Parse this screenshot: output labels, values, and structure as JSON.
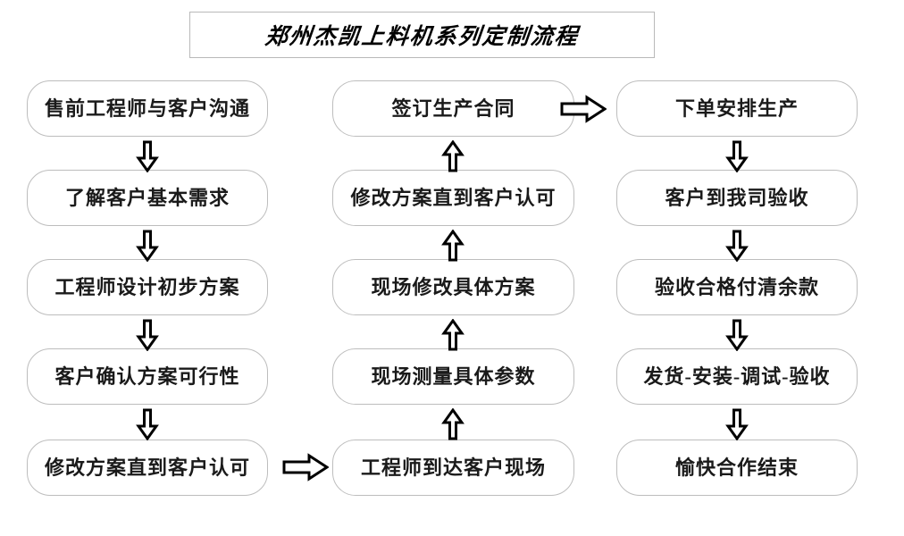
{
  "title": {
    "text": "郑州杰凯上料机系列定制流程"
  },
  "columns": {
    "left": {
      "name": "pre-sales-column",
      "nodes": [
        {
          "id": "l1",
          "label": "售前工程师与客户沟通"
        },
        {
          "id": "l2",
          "label": "了解客户基本需求"
        },
        {
          "id": "l3",
          "label": "工程师设计初步方案"
        },
        {
          "id": "l4",
          "label": "客户确认方案可行性"
        },
        {
          "id": "l5",
          "label": "修改方案直到客户认可"
        }
      ]
    },
    "middle": {
      "name": "on-site-column",
      "nodes": [
        {
          "id": "m1",
          "label": "签订生产合同"
        },
        {
          "id": "m2",
          "label": "修改方案直到客户认可"
        },
        {
          "id": "m3",
          "label": "现场修改具体方案"
        },
        {
          "id": "m4",
          "label": "现场测量具体参数"
        },
        {
          "id": "m5",
          "label": "工程师到达客户现场"
        }
      ]
    },
    "right": {
      "name": "production-column",
      "nodes": [
        {
          "id": "r1",
          "label": "下单安排生产"
        },
        {
          "id": "r2",
          "label": "客户到我司验收"
        },
        {
          "id": "r3",
          "label": "验收合格付清余款"
        },
        {
          "id": "r4",
          "label": "发货-安装-调试-验收"
        },
        {
          "id": "r5",
          "label": "愉快合作结束"
        }
      ]
    }
  },
  "connectors": [
    {
      "id": "l1-l2",
      "direction": "down"
    },
    {
      "id": "l2-l3",
      "direction": "down"
    },
    {
      "id": "l3-l4",
      "direction": "down"
    },
    {
      "id": "l4-l5",
      "direction": "down"
    },
    {
      "id": "l5-m5",
      "direction": "right"
    },
    {
      "id": "m5-m4",
      "direction": "up"
    },
    {
      "id": "m4-m3",
      "direction": "up"
    },
    {
      "id": "m3-m2",
      "direction": "up"
    },
    {
      "id": "m2-m1",
      "direction": "up"
    },
    {
      "id": "m1-r1",
      "direction": "right"
    },
    {
      "id": "r1-r2",
      "direction": "down"
    },
    {
      "id": "r2-r3",
      "direction": "down"
    },
    {
      "id": "r3-r4",
      "direction": "down"
    },
    {
      "id": "r4-r5",
      "direction": "down"
    }
  ],
  "colors": {
    "background": "#ffffff",
    "node_border": "#bdbdbd",
    "title_border": "#b9b9b9",
    "text": "#1a1a1a",
    "arrow_stroke": "#000000",
    "arrow_fill": "#ffffff"
  }
}
